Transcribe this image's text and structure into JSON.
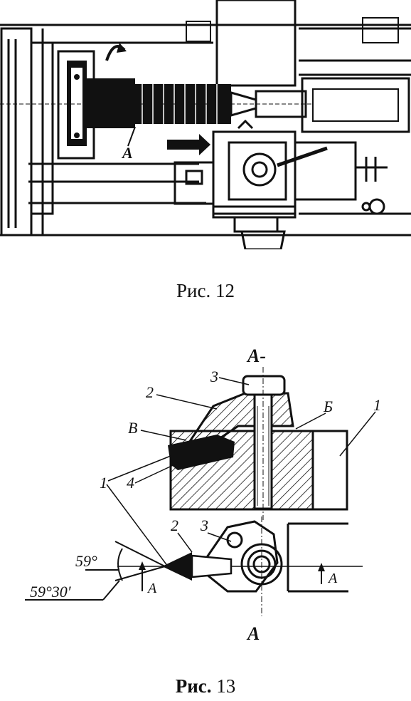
{
  "figure12": {
    "label_A": "A",
    "caption_prefix": "Рис.",
    "caption_number": "12"
  },
  "figure13": {
    "section_title": "A-",
    "labels": {
      "n1_top": "1",
      "n1_left": "1",
      "n2_top": "2",
      "n2_bottom": "2",
      "n3_top": "3",
      "n3_bottom": "3",
      "n4": "4",
      "B_cyr": "Б",
      "V_cyr": "В",
      "A_arrow_left": "A",
      "A_arrow_right": "A",
      "A_bottom": "A"
    },
    "angles": {
      "inner": "59°",
      "outer": "59°30′"
    },
    "caption_prefix": "Рис.",
    "caption_number": "13"
  }
}
